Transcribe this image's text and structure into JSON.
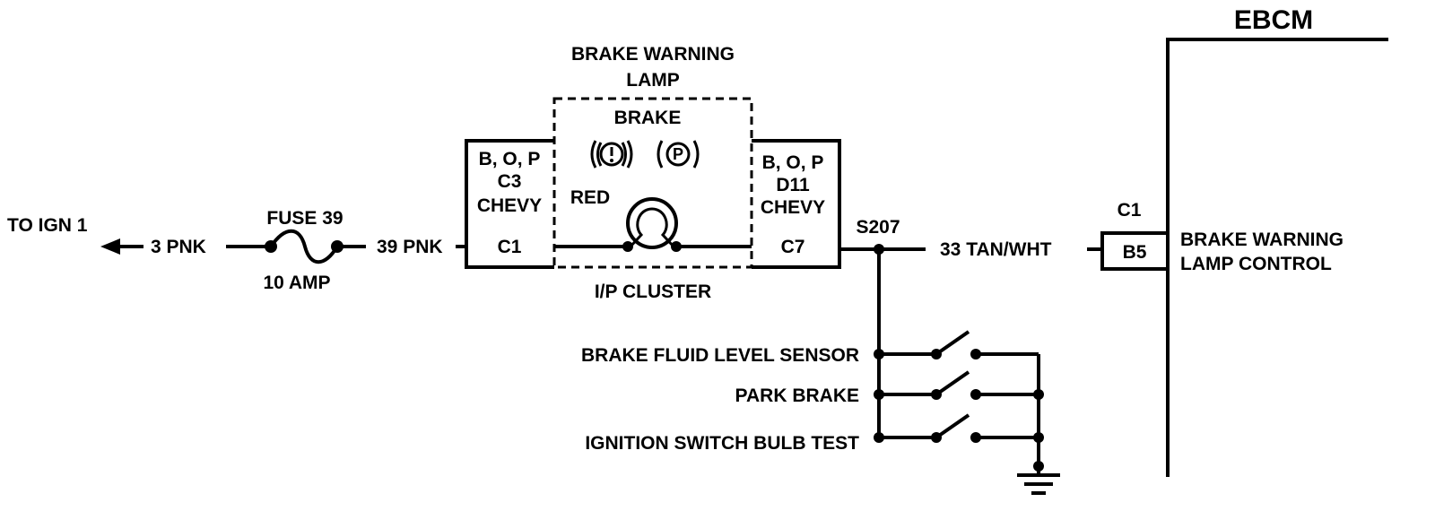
{
  "module": {
    "title": "EBCM",
    "connector": "C1",
    "pin": "B5",
    "function_lines": [
      "BRAKE WARNING",
      "LAMP CONTROL"
    ]
  },
  "lamp": {
    "title_lines": [
      "BRAKE WARNING",
      "LAMP"
    ],
    "brake_text": "BRAKE",
    "color": "RED",
    "brake_symbol": "(!)",
    "park_symbol": "(P)"
  },
  "cluster": {
    "label": "I/P CLUSTER",
    "left_connector": {
      "lines": [
        "B, O, P",
        "C3",
        "CHEVY"
      ],
      "pin": "C1"
    },
    "right_connector": {
      "lines": [
        "B, O, P",
        "D11",
        "CHEVY"
      ],
      "pin": "C7"
    }
  },
  "power": {
    "source": "TO IGN 1",
    "wire_in": "3 PNK",
    "fuse_name": "FUSE 39",
    "fuse_rating": "10 AMP",
    "wire_out": "39 PNK"
  },
  "splice": "S207",
  "control_wire": "33 TAN/WHT",
  "switches": [
    {
      "label": "BRAKE FLUID LEVEL SENSOR"
    },
    {
      "label": "PARK BRAKE"
    },
    {
      "label": "IGNITION SWITCH BULB TEST"
    }
  ]
}
